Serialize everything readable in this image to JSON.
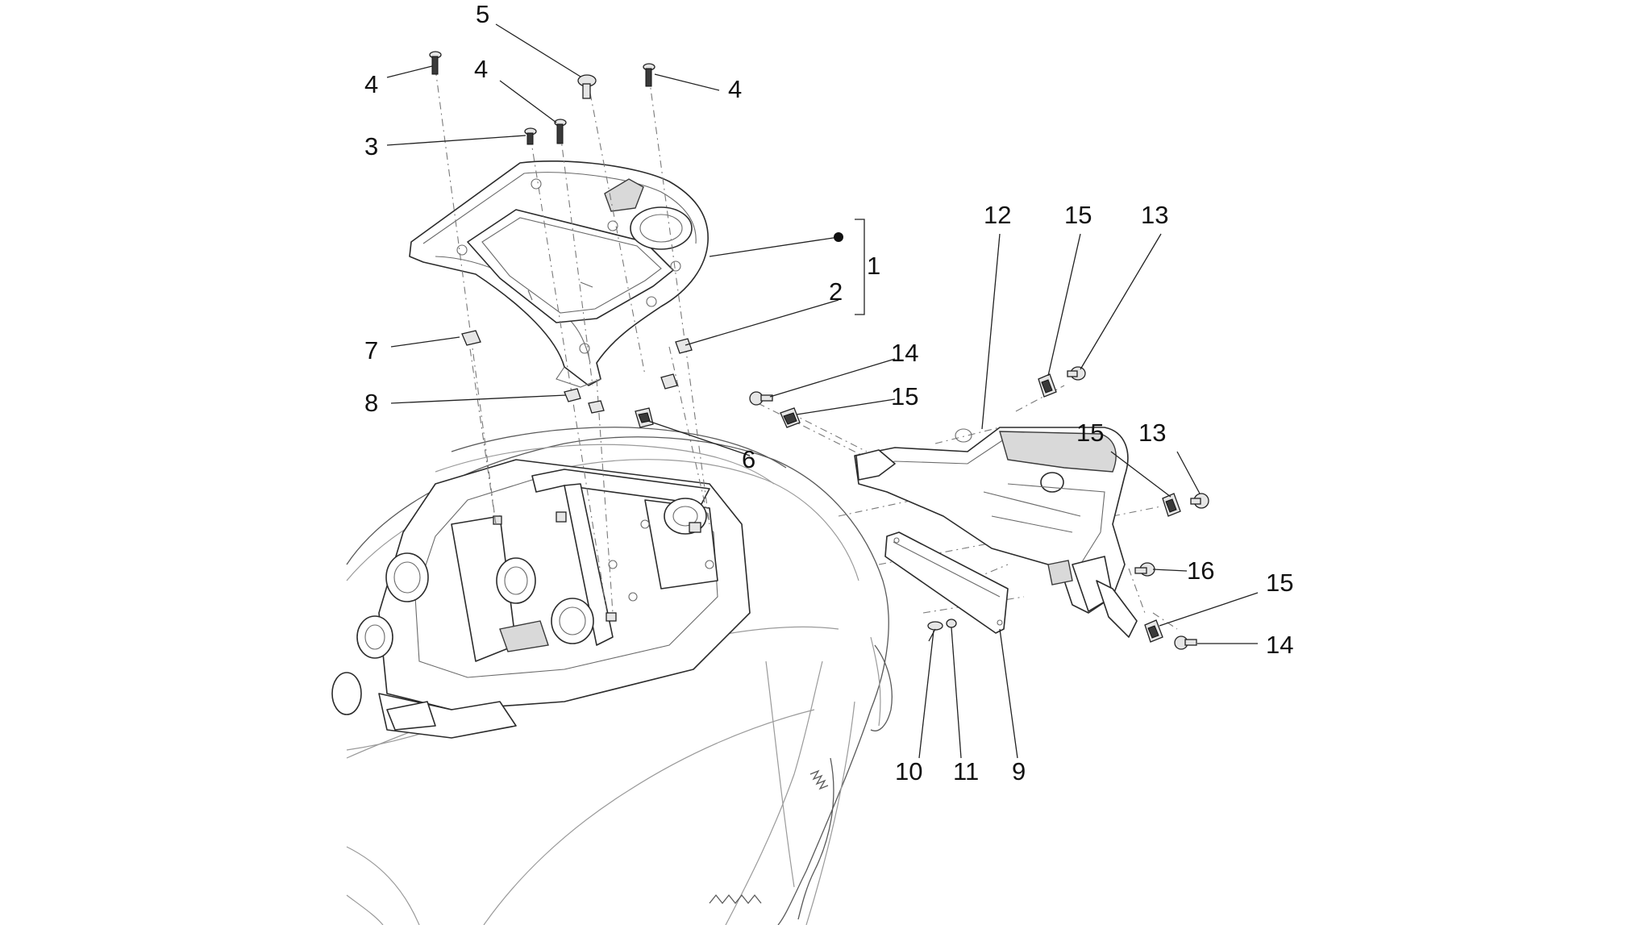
{
  "callouts": {
    "c1": "1",
    "c2": "2",
    "c3": "3",
    "c4a": "4",
    "c4b": "4",
    "c4c": "4",
    "c5": "5",
    "c6": "6",
    "c7": "7",
    "c8": "8",
    "c9": "9",
    "c10": "10",
    "c11": "11",
    "c12": "12",
    "c13a": "13",
    "c13b": "13",
    "c14a": "14",
    "c14b": "14",
    "c15a": "15",
    "c15b": "15",
    "c15c": "15",
    "c15d": "15",
    "c16": "16"
  }
}
